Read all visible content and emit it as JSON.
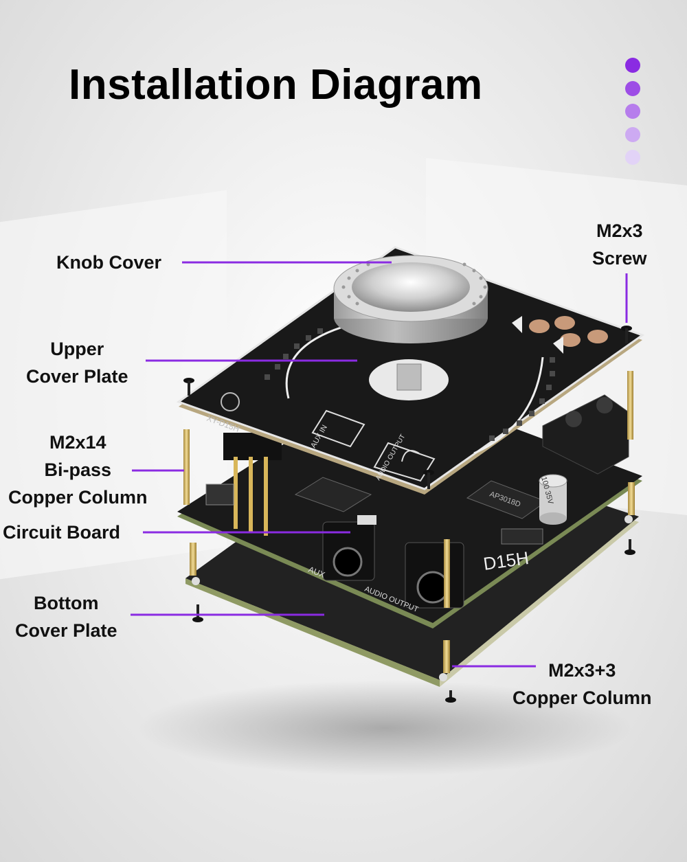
{
  "title": "Installation Diagram",
  "accent_color": "#8a2be2",
  "indicator_dots": [
    {
      "color": "#8a2be2"
    },
    {
      "color": "#9d4de6"
    },
    {
      "color": "#b67dec"
    },
    {
      "color": "#cdaaf2"
    },
    {
      "color": "#e2d3f7"
    }
  ],
  "labels": {
    "knob_cover": "Knob Cover",
    "upper_cover": [
      "Upper",
      "Cover Plate"
    ],
    "bipass_column": [
      "M2x14",
      "Bi-pass",
      "Copper Column"
    ],
    "circuit_board": "Circuit Board",
    "bottom_cover": [
      "Bottom",
      "Cover Plate"
    ],
    "screw": [
      "M2x3",
      "Screw"
    ],
    "copper_column": [
      "M2x3+3",
      "Copper Column"
    ]
  },
  "board_print": {
    "model": "XY-D15H",
    "aux_in": "AUX IN",
    "audio_output": "AUDIO OUTPUT",
    "aux": "AUX",
    "board_model": "D15H",
    "chip": "AP3018D",
    "capacitor": "100 35V"
  }
}
